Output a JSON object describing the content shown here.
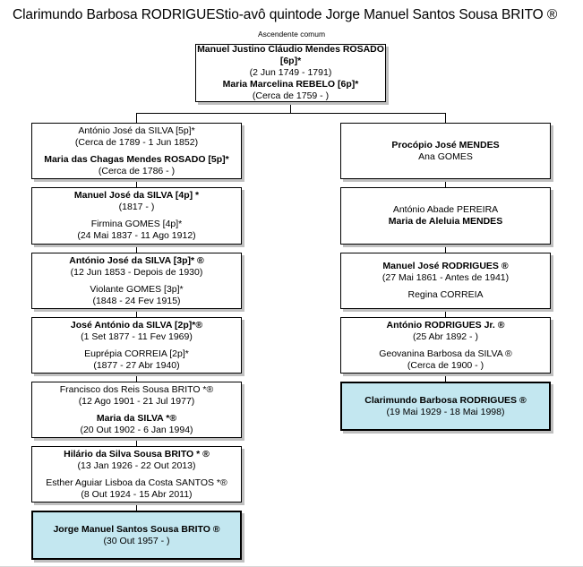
{
  "header": {
    "subject": "Clarimundo Barbosa RODRIGUES",
    "relation": "tio-avô quinto",
    "target": "de Jorge Manuel Santos Sousa BRITO ®"
  },
  "common_ancestor_label": "Ascendente comum",
  "nodes": {
    "root": {
      "person1_name": "Manuel Justino Cláudio Mendes ROSADO",
      "person1_name_line2": "[6p]*",
      "person1_dates": "(2 Jun 1749 - 1791)",
      "person2_name": "Maria Marcelina REBELO [6p]*",
      "person2_dates": "(Cerca de 1759 -           )"
    },
    "left": [
      {
        "person1_name": "António José da SILVA [5p]*",
        "person1_dates": "(Cerca de 1789 - 1 Jun 1852)",
        "person2_name": "Maria das Chagas Mendes ROSADO [5p]*",
        "person2_dates": "(Cerca de 1786 -           )"
      },
      {
        "person1_name": "Manuel José da SILVA [4p] *",
        "person1_dates": "(1817 -           )",
        "person2_name": "Firmina GOMES [4p]*",
        "person2_dates": "(24 Mai 1837 - 11 Ago 1912)"
      },
      {
        "person1_name": "António José da SILVA [3p]* ®",
        "person1_dates": "(12 Jun 1853 - Depois de 1930)",
        "person2_name": "Violante GOMES [3p]*",
        "person2_dates": "(1848 - 24 Fev 1915)"
      },
      {
        "person1_name": "José António da SILVA [2p]*®",
        "person1_dates": "(1 Set 1877 - 11 Fev 1969)",
        "person2_name": "Euprépia CORREIA [2p]*",
        "person2_dates": "(1877 - 27 Abr 1940)"
      },
      {
        "person1_name": "Francisco dos Reis Sousa BRITO *®",
        "person1_dates": "(12 Ago 1901 - 21 Jul 1977)",
        "person2_name": "Maria da SILVA *®",
        "person2_dates": "(20 Out 1902 - 6 Jan 1994)"
      },
      {
        "person1_name": "Hilário da Silva Sousa BRITO * ®",
        "person1_dates": "(13 Jan 1926 - 22 Out 2013)",
        "person2_name": "Esther Aguiar Lisboa da Costa SANTOS *®",
        "person2_dates": "(8 Out 1924 - 15 Abr 2011)"
      },
      {
        "person1_name": "Jorge Manuel Santos Sousa BRITO ®",
        "person1_dates": "(30 Out 1957 -           )",
        "person2_name": "",
        "person2_dates": ""
      }
    ],
    "right": [
      {
        "person1_name": "Procópio José MENDES",
        "person1_dates": "",
        "person2_name": "Ana GOMES",
        "person2_dates": ""
      },
      {
        "person1_name": "António Abade PEREIRA",
        "person1_dates": "",
        "person2_name": "Maria de Aleluia MENDES",
        "person2_dates": ""
      },
      {
        "person1_name": "Manuel José RODRIGUES ®",
        "person1_dates": "(27 Mai 1861 - Antes de 1941)",
        "person2_name": "Regina CORREIA",
        "person2_dates": ""
      },
      {
        "person1_name": "António RODRIGUES Jr. ®",
        "person1_dates": "(25 Abr 1892 -           )",
        "person2_name": "Geovanina Barbosa da SILVA ®",
        "person2_dates": "(Cerca de 1900 -           )"
      },
      {
        "person1_name": "Clarimundo Barbosa RODRIGUES ®",
        "person1_dates": "(19 Mai 1929 - 18 Mai 1998)",
        "person2_name": "",
        "person2_dates": ""
      }
    ]
  },
  "colors": {
    "highlight": "#c3e7f0",
    "border": "#000000",
    "shadow": "#bfbfbf",
    "background": "#ffffff"
  }
}
